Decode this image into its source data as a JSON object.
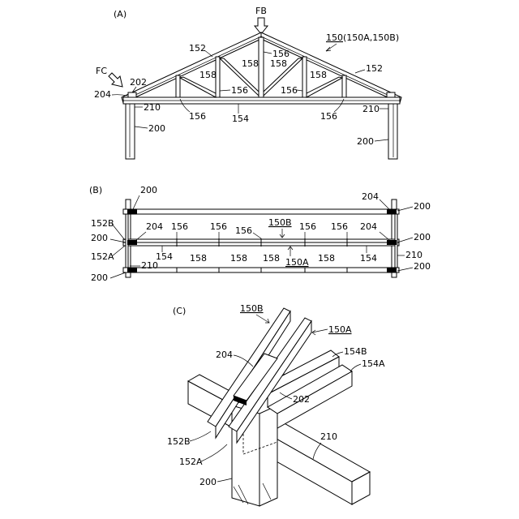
{
  "panel_a": {
    "title": "(A)",
    "fb": "FB",
    "fc": "FC",
    "truss_ref": "150",
    "truss_ref_sub": "(150A,150B)",
    "l152_left": "152",
    "l152_right": "152",
    "l202": "202",
    "l204": "204",
    "l210_left": "210",
    "l210_right": "210",
    "l200_left": "200",
    "l200_right": "200",
    "l154": "154",
    "l156_top": "156",
    "l156_mid_left": "156",
    "l156_mid_right": "156",
    "l156_bot_left": "156",
    "l156_bot_right": "156",
    "l158_a": "158",
    "l158_b": "158",
    "l158_c": "158",
    "l158_d": "158"
  },
  "panel_b": {
    "title": "(B)",
    "l200_tl": "200",
    "l204_tr": "204",
    "l200_tr": "200",
    "l152b": "152B",
    "l204_ml": "204",
    "l156_1": "156",
    "l156_2": "156",
    "l150b": "150B",
    "l156_3": "156",
    "l156_4": "156",
    "l204_mr": "204",
    "l200_ml": "200",
    "l156_5": "156",
    "l200_mr": "200",
    "l152a": "152A",
    "l154_l": "154",
    "l158_1": "158",
    "l158_2": "158",
    "l158_3": "158",
    "l150a": "150A",
    "l158_4": "158",
    "l154_r": "154",
    "l210_r": "210",
    "l210_l": "210",
    "l200_bl": "200",
    "l200_br": "200"
  },
  "panel_c": {
    "title": "(C)",
    "l150b": "150B",
    "l150a": "150A",
    "l204": "204",
    "l154b": "154B",
    "l154a": "154A",
    "l202": "202",
    "l152b": "152B",
    "l152a": "152A",
    "l210": "210",
    "l200": "200"
  }
}
